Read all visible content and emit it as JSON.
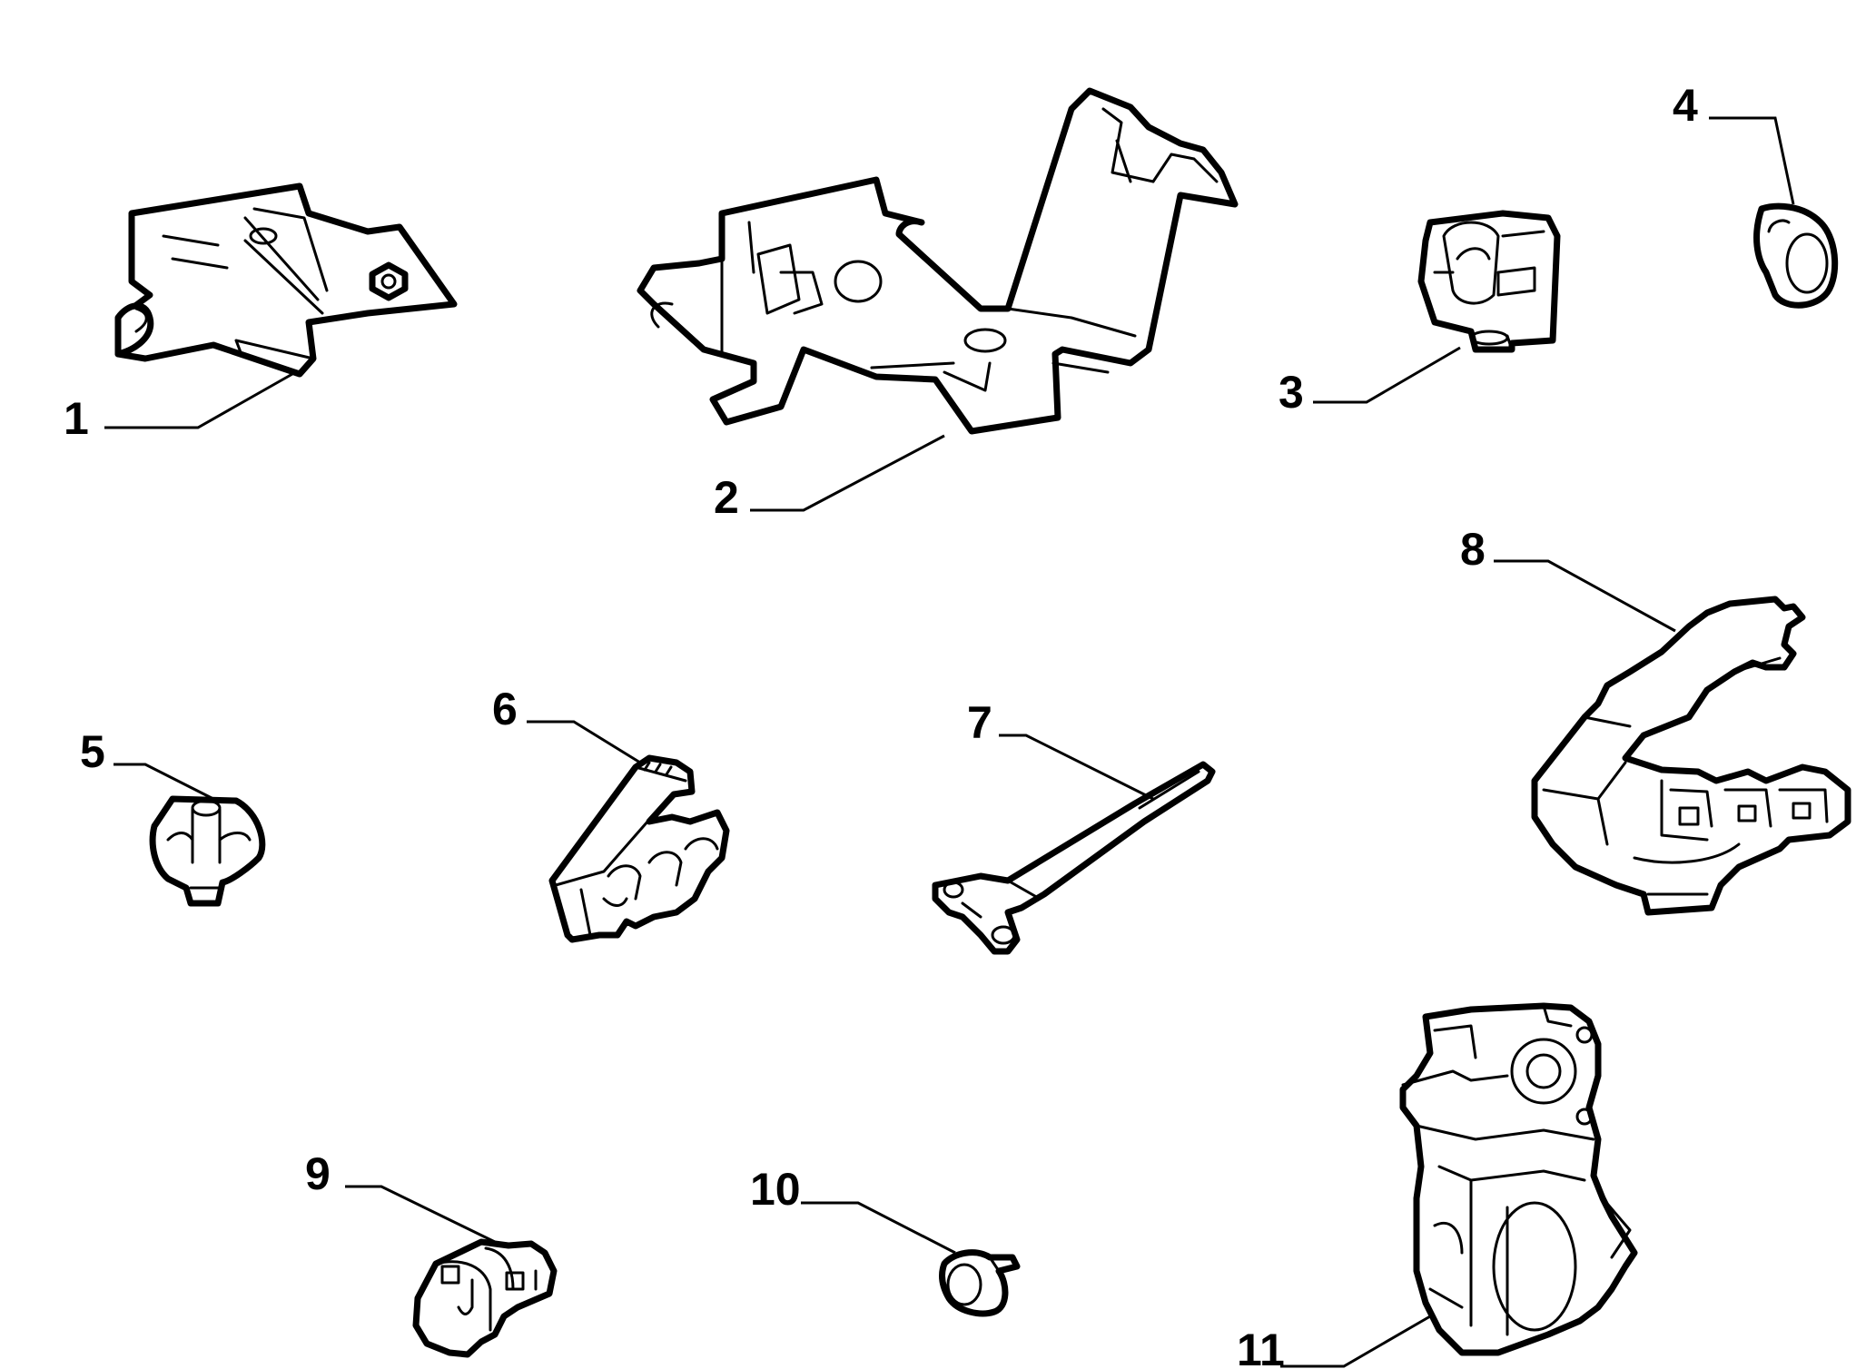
{
  "parts": [
    {
      "number": "1",
      "icon": "support-bracket-icon"
    },
    {
      "number": "2",
      "icon": "mounting-bracket-icon"
    },
    {
      "number": "3",
      "icon": "cable-clip-icon"
    },
    {
      "number": "4",
      "icon": "plug-button-icon"
    },
    {
      "number": "5",
      "icon": "pipe-clip-icon"
    },
    {
      "number": "6",
      "icon": "multi-pipe-clamp-icon"
    },
    {
      "number": "7",
      "icon": "cable-tie-icon"
    },
    {
      "number": "8",
      "icon": "harness-support-icon"
    },
    {
      "number": "9",
      "icon": "double-clip-icon"
    },
    {
      "number": "10",
      "icon": "push-rivet-icon"
    },
    {
      "number": "11",
      "icon": "pipe-holder-icon"
    }
  ]
}
